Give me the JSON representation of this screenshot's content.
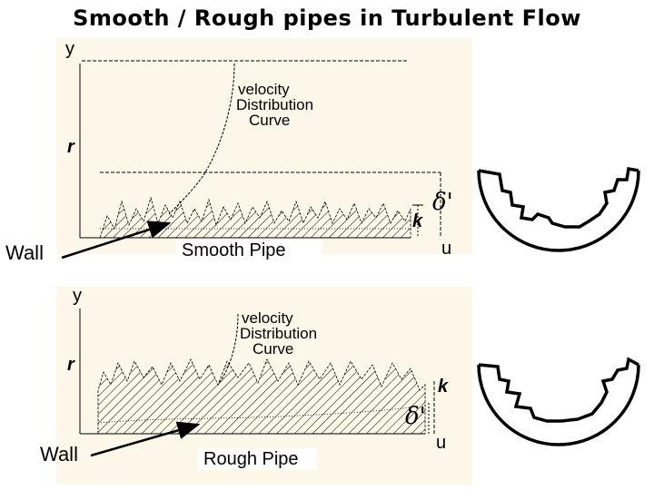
{
  "title": "Smooth / Rough pipes in Turbulent Flow",
  "top_panel": {
    "y_label": "y",
    "r_label": "r",
    "curve_label": [
      "velocity",
      "Distribution",
      "Curve"
    ],
    "k_label": "k",
    "delta_label": "δ'",
    "u_label": "u",
    "wall_label": "Wall",
    "pipe_label": "Smooth Pipe"
  },
  "bottom_panel": {
    "y_label": "y",
    "r_label": "r",
    "curve_label": [
      "velocity",
      "Distribution",
      "Curve"
    ],
    "k_label": "k",
    "delta_label": "δ'",
    "u_label": "u",
    "wall_label": "Wall",
    "pipe_label": "Rough Pipe"
  },
  "colors": {
    "panel": "#fdf7e9",
    "ink": "#000000"
  }
}
